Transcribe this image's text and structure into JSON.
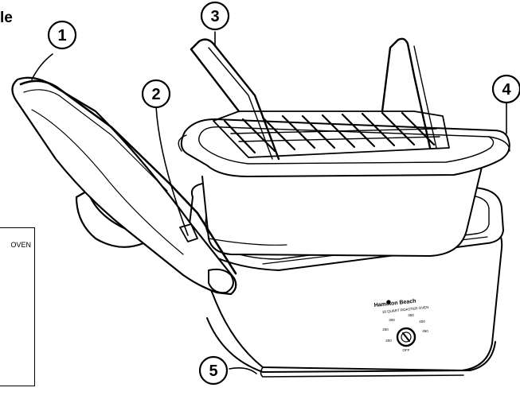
{
  "heading_fragment": "le",
  "side_box_fragment": "OVEN",
  "callouts": [
    {
      "number": "1",
      "part": "lid"
    },
    {
      "number": "2",
      "part": "rack-handle"
    },
    {
      "number": "3",
      "part": "rack"
    },
    {
      "number": "4",
      "part": "insert-pan"
    },
    {
      "number": "5",
      "part": "roaster-body"
    }
  ],
  "product": {
    "brand": "Hamilton Beach",
    "model": "18 QUART ROASTER OVEN"
  },
  "dial": {
    "labels": [
      "OFF",
      "200",
      "250",
      "300",
      "350",
      "400",
      "450"
    ]
  },
  "colors": {
    "ink": "#000000",
    "paper": "#ffffff"
  }
}
